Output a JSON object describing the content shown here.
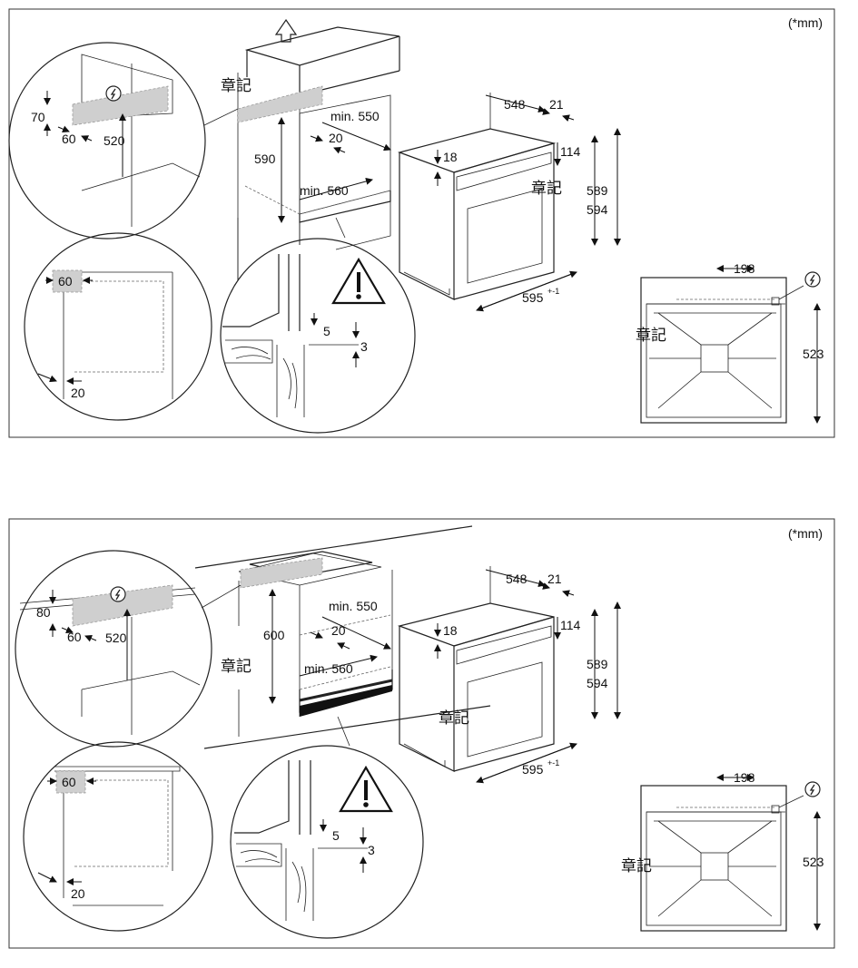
{
  "panels": [
    {
      "id": "tall-unit",
      "unit_note": "(*mm)",
      "cabinet": {
        "depth_min": "min. 550",
        "gap": "20",
        "height": "590",
        "width_min": "min. 560",
        "label": "章記"
      },
      "detail_top": {
        "vent_height": "70",
        "clearance": "60",
        "cable_height": "520"
      },
      "detail_side": {
        "top_clearance": "60",
        "bottom_clearance": "20"
      },
      "detail_floor": {
        "gap_a": "5",
        "gap_b": "3"
      },
      "oven": {
        "depth": "548",
        "door": "21",
        "panel": "114",
        "top": "18",
        "h1": "589",
        "h2": "594",
        "width": "595",
        "width_tol": "+-1",
        "label": "章記"
      },
      "front_view": {
        "width": "198",
        "height": "523",
        "label": "章記"
      }
    },
    {
      "id": "under-counter",
      "unit_note": "(*mm)",
      "cabinet": {
        "depth_min": "min. 550",
        "gap": "20",
        "height": "600",
        "width_min": "min. 560",
        "label": "章記"
      },
      "detail_top": {
        "vent_height": "80",
        "clearance": "60",
        "cable_height": "520"
      },
      "detail_side": {
        "top_clearance": "60",
        "bottom_clearance": "20"
      },
      "detail_floor": {
        "gap_a": "5",
        "gap_b": "3"
      },
      "oven": {
        "depth": "548",
        "door": "21",
        "panel": "114",
        "top": "18",
        "h1": "589",
        "h2": "594",
        "width": "595",
        "width_tol": "+-1",
        "label": "章記"
      },
      "front_view": {
        "width": "198",
        "height": "523",
        "label": "章記"
      }
    }
  ]
}
